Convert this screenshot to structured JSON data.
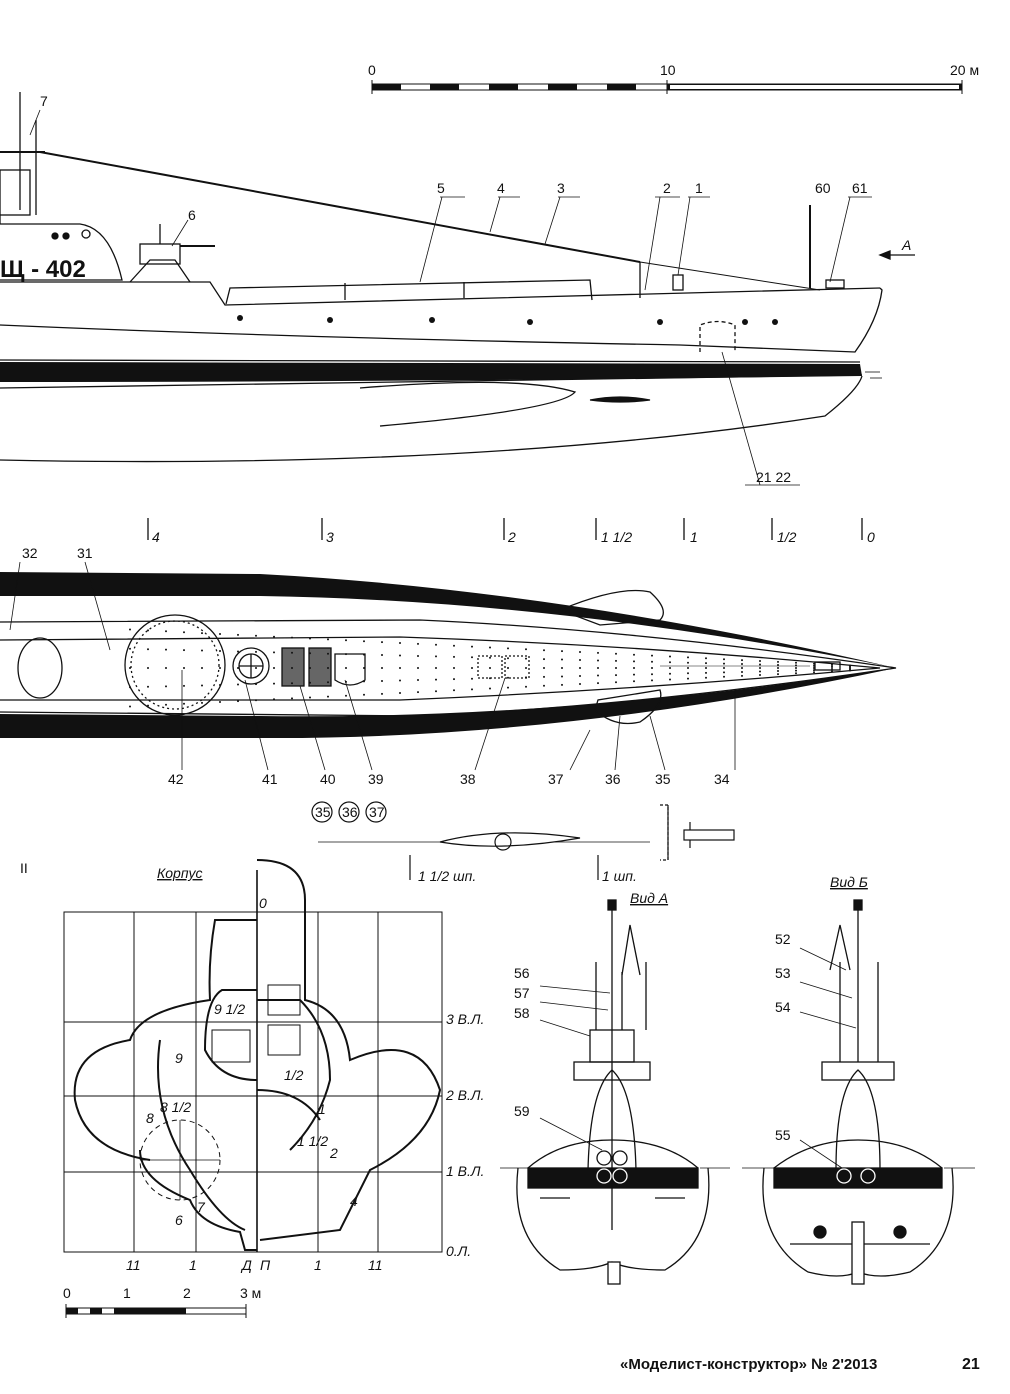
{
  "scales": {
    "top": [
      "0",
      "10",
      "20 м"
    ],
    "bottom": [
      "0",
      "1",
      "2",
      "3 м"
    ]
  },
  "hull_number": "Щ - 402",
  "side_view": {
    "callouts": [
      "7",
      "6",
      "5",
      "4",
      "3",
      "2",
      "1",
      "60",
      "61",
      "21 22"
    ],
    "view_arrow": "A"
  },
  "frames": [
    "4",
    "3",
    "2",
    "1 1/2",
    "1",
    "1/2",
    "0"
  ],
  "plan_view": {
    "callouts": [
      "32",
      "31",
      "42",
      "41",
      "40",
      "39",
      "38",
      "37",
      "36",
      "35",
      "34"
    ]
  },
  "section_detail": {
    "circled": [
      "35",
      "36",
      "37"
    ],
    "labels": [
      "1 1/2 шп.",
      "1 шп."
    ]
  },
  "body_plan": {
    "roman": "II",
    "title": "Корпус",
    "waterlines": [
      "3 В.Л.",
      "2 В.Л.",
      "1 В.Л.",
      "0.Л."
    ],
    "stations": [
      "0",
      "9 1/2",
      "1/2",
      "9",
      "1",
      "8 1/2",
      "1 1/2",
      "8",
      "2",
      "7",
      "6",
      "4"
    ],
    "bottom": [
      "11",
      "1",
      "Д",
      "П",
      "1",
      "11"
    ]
  },
  "views": {
    "a": {
      "title": "Вид А",
      "callouts": [
        "56",
        "57",
        "58",
        "59"
      ]
    },
    "b": {
      "title": "Вид Б",
      "callouts": [
        "52",
        "53",
        "54",
        "55"
      ]
    }
  },
  "footer": {
    "magazine": "«Моделист-конструктор» № 2'2013",
    "page": "21"
  }
}
